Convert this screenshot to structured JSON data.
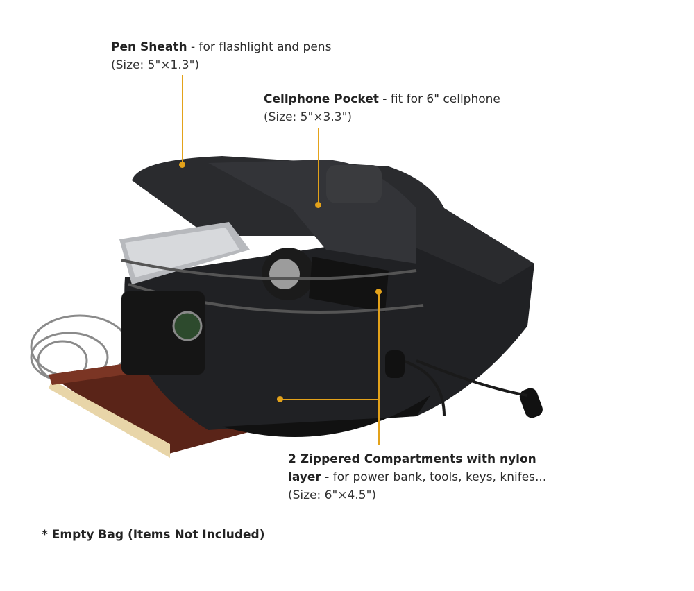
{
  "callouts": {
    "pen_sheath": {
      "title": "Pen Sheath",
      "desc": " - for flashlight and pens",
      "size": "(Size: 5\"×1.3\")"
    },
    "cellphone_pocket": {
      "title": "Cellphone Pocket",
      "desc": " - fit for 6\" cellphone",
      "size": "(Size: 5\"×3.3\")"
    },
    "compartments": {
      "title": "2 Zippered Compartments with nylon",
      "title2": "layer",
      "desc": " - for power bank, tools, keys, knifes...",
      "size": "(Size: 6\"×4.5\")"
    }
  },
  "note": "* Empty Bag (Items Not Included)",
  "colors": {
    "accent": "#e3a21a",
    "bag": "#1e1f21",
    "notebook": "#6b2a1c"
  }
}
